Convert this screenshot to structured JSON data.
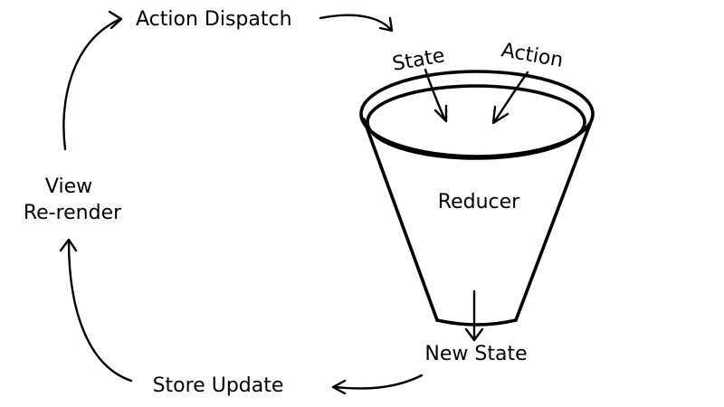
{
  "diagram": {
    "labels": {
      "action_dispatch": "Action Dispatch",
      "state": "State",
      "action": "Action",
      "reducer": "Reducer",
      "new_state": "New State",
      "store_update": "Store Update",
      "view_line1": "View",
      "view_line2": "Re-render"
    }
  }
}
